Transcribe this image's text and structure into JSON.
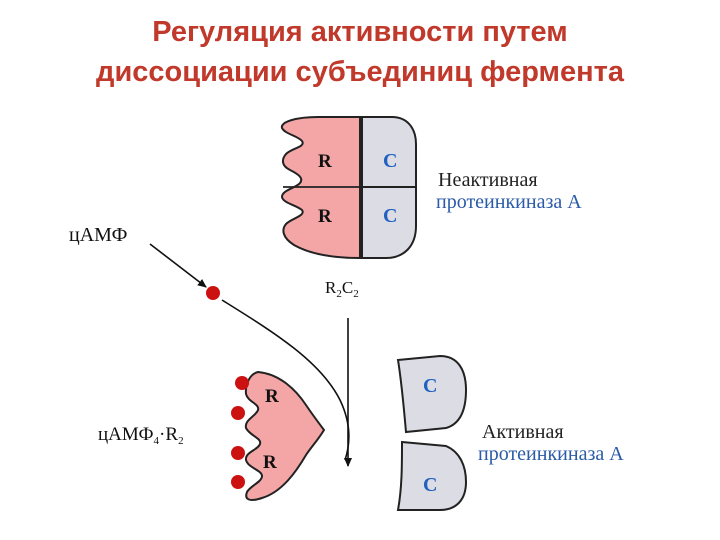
{
  "title": {
    "line1": "Регуляция активности путем",
    "line2": "диссоциации субъединиц фермента"
  },
  "labels": {
    "camp": "цАМФ",
    "r_top": "R",
    "r_bottom": "R",
    "c_top": "C",
    "c_bottom": "C",
    "inactive_line1": "Неактивная",
    "inactive_line2": "протеинкиназа А",
    "r2c2_r": "R",
    "r2c2_r_sub": "2",
    "r2c2_c": "C",
    "r2c2_c_sub": "2",
    "complex_main": "цАМФ",
    "complex_sub1": "4",
    "complex_dot": "·",
    "complex_r": "R",
    "complex_sub2": "2",
    "active_line1": "Активная",
    "active_line2": "протеинкиназа А",
    "ar_top": "R",
    "ar_bottom": "R",
    "ac_top": "C",
    "ac_bottom": "C"
  },
  "colors": {
    "title": "#c0392b",
    "r_subunit_fill": "#f4a6a6",
    "c_subunit_fill": "#dcdce4",
    "c_letter": "#2060c0",
    "camp_dot": "#cc1111",
    "protein_kinase_label": "#2a5aa8"
  }
}
